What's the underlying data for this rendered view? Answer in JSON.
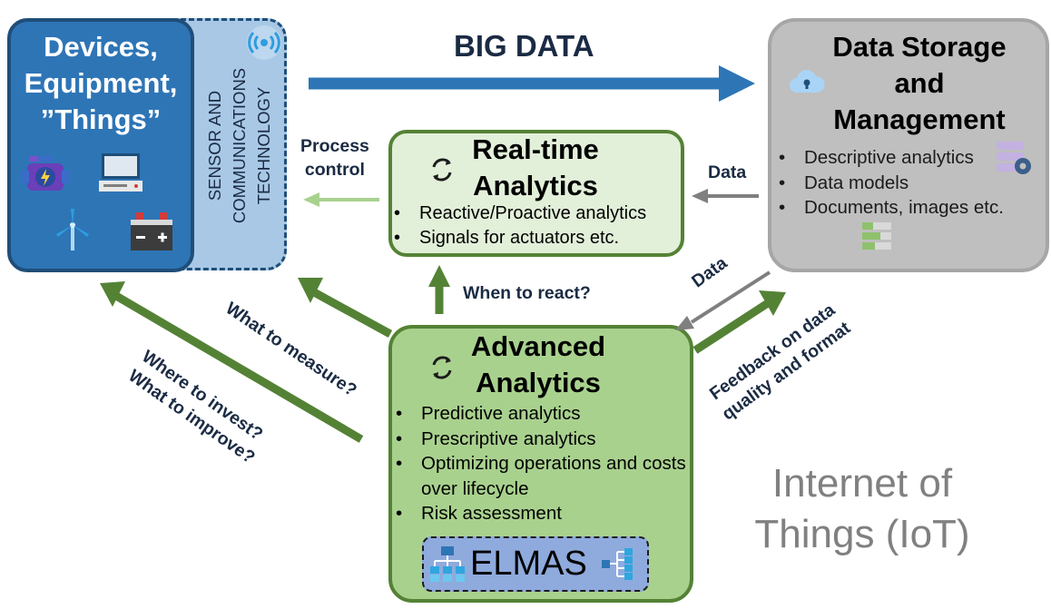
{
  "devices": {
    "title_lines": [
      "Devices,",
      "Equipment,",
      "”Things”"
    ],
    "icons": [
      "engine-icon",
      "computer-icon",
      "wind-turbine-icon",
      "battery-icon"
    ]
  },
  "sensor": {
    "lines": [
      "SENSOR AND",
      "COMMUNICATIONS",
      "TECHNOLOGY"
    ],
    "icon": "wireless-signal-icon"
  },
  "big_data": "BIG DATA",
  "storage": {
    "title_lines": [
      "Data Storage",
      "and",
      "Management"
    ],
    "items": [
      "Descriptive analytics",
      "Data models",
      "Documents, images etc."
    ],
    "icons": [
      "cloud-lock-icon",
      "database-gear-icon",
      "data-table-icon"
    ]
  },
  "realtime": {
    "title_lines": [
      "Real-time",
      "Analytics"
    ],
    "items": [
      "Reactive/Proactive analytics",
      "Signals for actuators etc."
    ],
    "icon": "refresh-cycle-icon"
  },
  "advanced": {
    "title_lines": [
      "Advanced",
      "Analytics"
    ],
    "items": [
      "Predictive analytics",
      "Prescriptive analytics",
      "Optimizing operations and costs over lifecycle",
      "Risk assessment"
    ],
    "icon": "refresh-cycle-icon"
  },
  "elmas": {
    "label": "ELMAS",
    "icons": [
      "hierarchy-icon",
      "tree-structure-icon"
    ]
  },
  "labels": {
    "process_control": [
      "Process",
      "control"
    ],
    "data_right": "Data",
    "when_to_react": "When to react?",
    "data_diag": "Data",
    "what_to_measure": "What to measure?",
    "invest_improve": [
      "Where to invest?",
      "What to improve?"
    ],
    "feedback": [
      "Feedback on data",
      "quality and format"
    ]
  },
  "iot_title": [
    "Internet of",
    "Things (IoT)"
  ],
  "colors": {
    "devices_fill": "#2e75b6",
    "devices_border": "#1f4e79",
    "sensor_fill": "#a8c8e6",
    "storage_fill": "#bfbfbf",
    "realtime_fill": "#e2efd9",
    "advanced_fill": "#a9d18e",
    "green_border": "#548235",
    "big_data_arrow": "#2e75b6",
    "light_green_arrow": "#a9d18e",
    "gray_arrow": "#7f7f7f",
    "elmas_fill": "#8faadc"
  }
}
